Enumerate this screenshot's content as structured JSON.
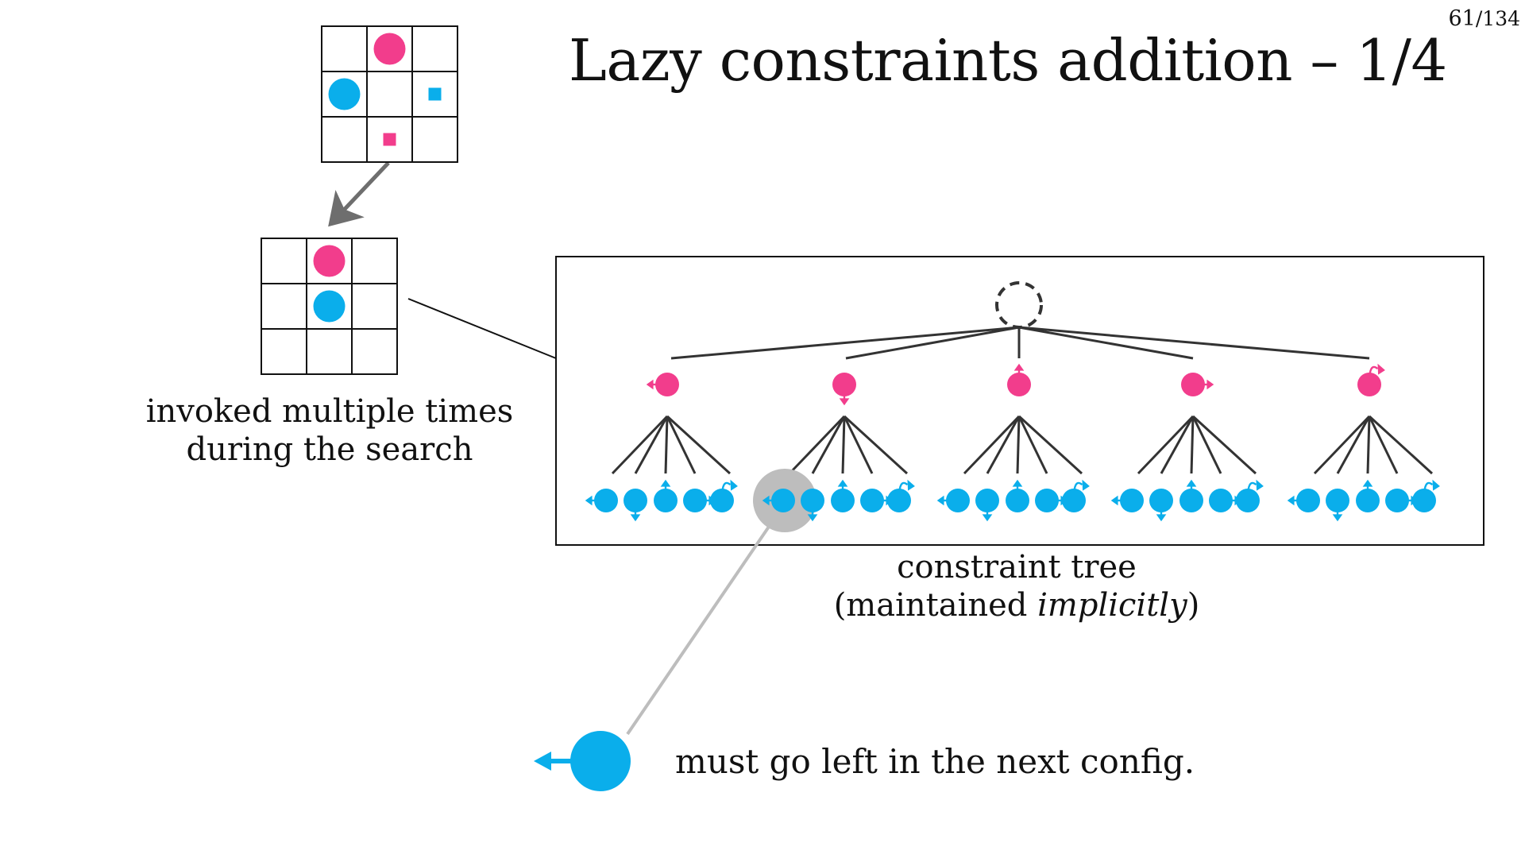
{
  "slide": {
    "title": "Lazy constraints addition – 1/4",
    "page_current": "61",
    "page_total": "/134"
  },
  "labels": {
    "invoked_line1": "invoked multiple times",
    "invoked_line2": "during the search",
    "tree_line1": "constraint tree",
    "tree_line2_open": "(maintained ",
    "tree_line2_italic": "implicitly",
    "tree_line2_close": ")",
    "callout": "must go left in the next config."
  },
  "colors": {
    "agent_pink": "#f23d8c",
    "agent_blue": "#0aaeeb",
    "line": "#333333",
    "highlight": "#bdbdbd",
    "arrow_gray": "#6e6e6e"
  },
  "diagram": {
    "grid_top": {
      "rows": 3,
      "cols": 3,
      "cells": [
        {
          "row": 0,
          "col": 1,
          "shape": "circle",
          "color": "pink"
        },
        {
          "row": 1,
          "col": 0,
          "shape": "circle",
          "color": "blue"
        },
        {
          "row": 1,
          "col": 2,
          "shape": "square",
          "color": "blue"
        },
        {
          "row": 2,
          "col": 1,
          "shape": "square",
          "color": "pink"
        }
      ]
    },
    "grid_bottom": {
      "rows": 3,
      "cols": 3,
      "cells": [
        {
          "row": 0,
          "col": 1,
          "shape": "circle",
          "color": "pink"
        },
        {
          "row": 1,
          "col": 1,
          "shape": "circle",
          "color": "blue"
        }
      ]
    },
    "tree": {
      "root": "dashed-circle",
      "level1": [
        "left",
        "down",
        "up",
        "right",
        "wait"
      ],
      "level2": [
        "left",
        "down",
        "up",
        "right",
        "wait"
      ],
      "highlighted": {
        "parent_index": 1,
        "child_index": 0
      }
    },
    "callout_move": "left"
  }
}
